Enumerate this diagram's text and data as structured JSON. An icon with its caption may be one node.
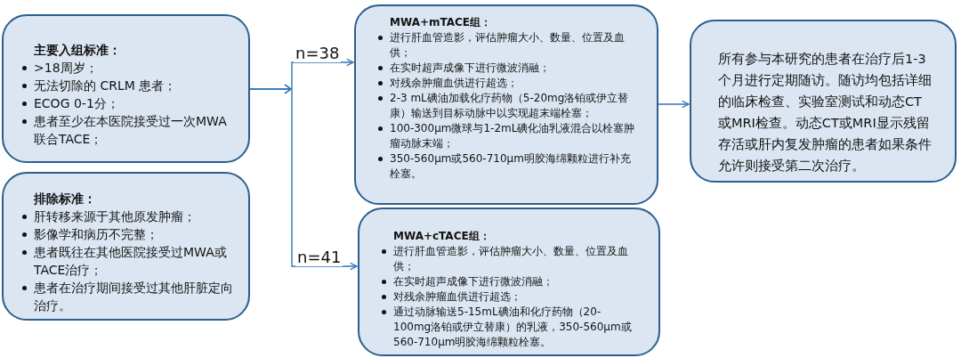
{
  "diagram": {
    "nodes": [
      {
        "text": [
          "主要入组标准：",
          ">18周岁；",
          "无法切除的 CRLM 患者；",
          "ECOG 0-1分；",
          "患者至少在本医院接受过一次MWA联合TACE；"
        ]
      },
      {
        "text": [
          "排除标准：",
          "肝转移来源于其他原发肿瘤；",
          "影像学和病历不完整；",
          "患者既往在其他医院接受过MWA或TACE治疗；",
          "患者在治疗期间接受过其他肝脏定向治疗。"
        ]
      },
      {
        "text": [
          "MWA+mTACE组：",
          "进行肝血管造影，评估肿瘤大小、数量、位置及血供；",
          "在实时超声成像下进行微波消融；",
          "对残余肿瘤血供进行超选；",
          "2-3 mL碘油加载化疗药物（5-20mg洛铂或伊立替康）输送到目标动脉中以实现超末端栓塞；",
          "100-300μm微球与1-2mL碘化油乳液混合以栓塞肿瘤动脉末端；",
          "350-560μm或560-710μm明胶海绵颗粒进行补充栓塞。"
        ]
      },
      {
        "text": [
          "MWA+cTACE组：",
          "进行肝血管造影，评估肿瘤大小、数量、位置及血供；",
          "在实时超声成像下进行微波消融；",
          "对残余肿瘤血供进行超选；",
          "通过动脉输送5-15mL碘油和化疗药物（20-100mg洛铂或伊立替康）的乳液，350-560μm或560-710μm明胶海绵颗粒栓塞。"
        ]
      },
      {
        "text": [
          "所有参与本研究的患者在治疗后1-3个月进行定期随访。随访均包括详细的临床检查、实验室测试和动态CT或MRI检查。动态CT或MRI显示残留存活或肝内复发肿瘤的患者如果条件允许则接受第二次治疗。"
        ]
      }
    ],
    "edges": [
      {
        "from": 0,
        "to": 2,
        "arrow": "to",
        "label": "n=38"
      },
      {
        "from": 0,
        "to": 3,
        "arrow": "to",
        "label": "n=41"
      },
      {
        "from": 2,
        "to": 4,
        "arrow": "to"
      }
    ]
  }
}
